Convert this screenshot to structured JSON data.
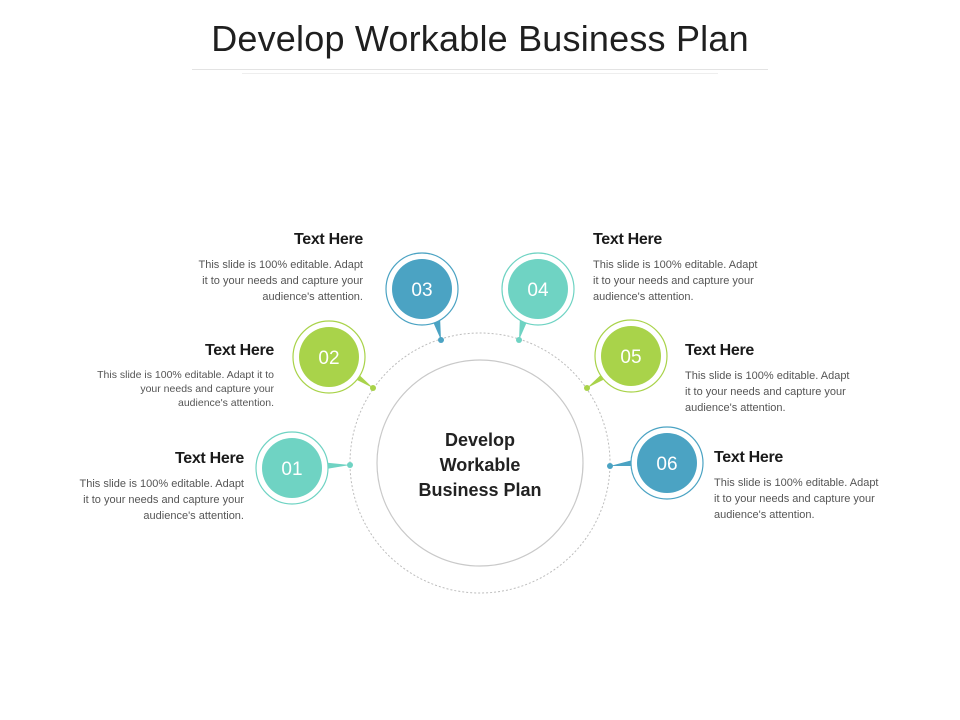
{
  "title": "Develop  Workable Business Plan",
  "center": {
    "line1": "Develop",
    "line2": "Workable",
    "line3": "Business Plan"
  },
  "colors": {
    "teal": "#6fd3c3",
    "blue": "#4ba3c3",
    "green": "#a9d34a",
    "ring": "#c8c8c8"
  },
  "items": [
    {
      "num": "01",
      "heading": "Text Here",
      "desc": [
        "This slide is 100% editable. Adapt",
        "it to your needs and capture your",
        "audience's attention."
      ],
      "color": "#6fd3c3"
    },
    {
      "num": "02",
      "heading": "Text Here",
      "desc": [
        "This slide is 100% editable. Adapt it to",
        "your needs and capture your",
        "audience's attention."
      ],
      "color": "#a9d34a"
    },
    {
      "num": "03",
      "heading": "Text Here",
      "desc": [
        "This slide is 100% editable. Adapt",
        "it to your needs and capture your",
        "audience's attention."
      ],
      "color": "#4ba3c3"
    },
    {
      "num": "04",
      "heading": "Text Here",
      "desc": [
        "This slide is 100% editable. Adapt",
        "it to your needs and capture your",
        "audience's attention."
      ],
      "color": "#6fd3c3"
    },
    {
      "num": "05",
      "heading": "Text Here",
      "desc": [
        "This slide is 100% editable. Adapt",
        "it to your needs and capture your",
        "audience's attention."
      ],
      "color": "#a9d34a"
    },
    {
      "num": "06",
      "heading": "Text Here",
      "desc": [
        "This slide is 100% editable. Adapt",
        "it to your needs and capture your",
        "audience's attention."
      ],
      "color": "#4ba3c3"
    }
  ]
}
